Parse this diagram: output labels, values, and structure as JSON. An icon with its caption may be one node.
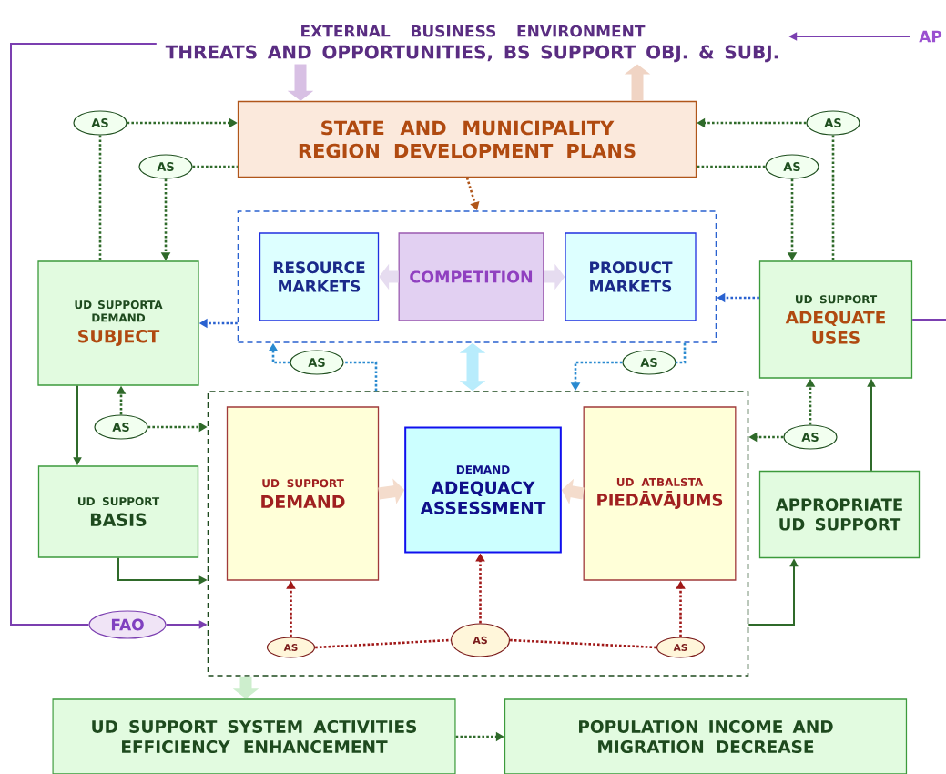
{
  "diagram": {
    "nodes": [
      {
        "text": [
          "EXTERNAL BUSINESS ENVIRONMENT",
          "THREATS AND OPPORTUNITIES, BS SUPPORT  OBJ. & SUBJ."
        ]
      },
      {
        "text": [
          "AP"
        ]
      },
      {
        "text": [
          "STATE AND MUNICIPALITY REGION DEVELOPMENT PLANS"
        ]
      },
      {
        "text": [],
        "shape": "box"
      },
      {
        "text": [
          "RESOURCE MARKETS"
        ],
        "in": 3
      },
      {
        "text": [
          "COMPETITION"
        ],
        "in": 3
      },
      {
        "text": [
          "PRODUCT MARKETS"
        ],
        "in": 3
      },
      {
        "text": [
          "UD SUPPORTA DEMAND",
          "SUBJECT"
        ]
      },
      {
        "text": [
          "UD SUPPORT",
          "ADEQUATE USES"
        ]
      },
      {
        "text": [
          "AS"
        ]
      },
      {
        "text": [
          "AS"
        ]
      },
      {
        "text": [
          "AS"
        ]
      },
      {
        "text": [
          "AS"
        ]
      },
      {
        "text": [
          "AS"
        ]
      },
      {
        "text": [
          "AS"
        ]
      },
      {
        "text": [],
        "shape": "box"
      },
      {
        "text": [
          "UD SUPPORT",
          "DEMAND"
        ],
        "in": 15
      },
      {
        "text": [
          "DEMAND",
          "ADEQUACY ASSESSMENT"
        ],
        "in": 15
      },
      {
        "text": [
          "UD ATBALSTA",
          "PIEDĀVĀJUMS"
        ],
        "in": 15
      },
      {
        "text": [
          "AS"
        ],
        "in": 15
      },
      {
        "text": [
          "AS"
        ],
        "in": 15
      },
      {
        "text": [
          "AS"
        ],
        "in": 15
      },
      {
        "text": [
          "AS"
        ]
      },
      {
        "text": [
          "AS"
        ]
      },
      {
        "text": [
          "UD SUPPORT",
          "BASIS"
        ]
      },
      {
        "text": [
          "APPROPRIATE UD SUPPORT"
        ]
      },
      {
        "text": [
          "FAO"
        ]
      },
      {
        "text": [
          "UD SUPPORT SYSTEM ACTIVITIES EFFICIENCY ENHANCEMENT"
        ]
      },
      {
        "text": [
          "POPULATION INCOME AND MIGRATION DECREASE"
        ]
      }
    ],
    "edges": [
      {
        "from": 1,
        "to": 0,
        "arrow": "to",
        "color": "#7b3fb0"
      },
      {
        "from": 0,
        "to": 26,
        "arrow": "none",
        "color": "#7b3fb0"
      },
      {
        "from": 26,
        "to": 15,
        "arrow": "to",
        "color": "#7b3fb0"
      },
      {
        "from": 8,
        "to": null,
        "arrow": "none",
        "color": "#7b3fb0"
      },
      {
        "from": 0,
        "to": 2,
        "arrow": "to",
        "style": "thick",
        "color": "#d8c0e4"
      },
      {
        "from": 2,
        "to": 0,
        "arrow": "to",
        "style": "thick",
        "color": "#f0d4c4"
      },
      {
        "from": 9,
        "to": 2,
        "arrow": "to",
        "style": "dashed"
      },
      {
        "from": 9,
        "to": 7,
        "arrow": "none",
        "style": "dashed"
      },
      {
        "from": 10,
        "to": 2,
        "arrow": "none",
        "style": "dashed"
      },
      {
        "from": 10,
        "to": 7,
        "arrow": "to",
        "style": "dashed"
      },
      {
        "from": 11,
        "to": 2,
        "arrow": "to",
        "style": "dashed"
      },
      {
        "from": 11,
        "to": 8,
        "arrow": "none",
        "style": "dashed"
      },
      {
        "from": 12,
        "to": 2,
        "arrow": "none",
        "style": "dashed"
      },
      {
        "from": 12,
        "to": 8,
        "arrow": "to",
        "style": "dashed"
      },
      {
        "from": 2,
        "to": 3,
        "arrow": "to",
        "style": "dashed",
        "color": "#b0561a"
      },
      {
        "from": 3,
        "to": 7,
        "arrow": "to",
        "style": "dashed",
        "color": "#2a62d0"
      },
      {
        "from": 8,
        "to": 3,
        "arrow": "to",
        "style": "dashed",
        "color": "#2a62d0"
      },
      {
        "from": 15,
        "to": 13,
        "arrow": "none",
        "style": "dashed",
        "color": "#2a8ad0"
      },
      {
        "from": 13,
        "to": 3,
        "arrow": "to",
        "style": "dashed",
        "color": "#2a8ad0"
      },
      {
        "from": 3,
        "to": 14,
        "arrow": "none",
        "style": "dashed",
        "color": "#2a8ad0"
      },
      {
        "from": 14,
        "to": 15,
        "arrow": "to",
        "style": "dashed",
        "color": "#2a8ad0"
      },
      {
        "from": 3,
        "to": 15,
        "arrow": "both",
        "style": "thick",
        "color": "#b8ecfc"
      },
      {
        "from": 5,
        "to": 4,
        "arrow": "to",
        "style": "thick",
        "color": "#e6dcf0"
      },
      {
        "from": 5,
        "to": 6,
        "arrow": "to",
        "style": "thick",
        "color": "#e6dcf0"
      },
      {
        "from": 16,
        "to": 17,
        "arrow": "to",
        "style": "thick",
        "color": "#f4dccc"
      },
      {
        "from": 18,
        "to": 17,
        "arrow": "to",
        "style": "thick",
        "color": "#f4dccc"
      },
      {
        "from": 7,
        "to": 24,
        "arrow": "to"
      },
      {
        "from": 22,
        "to": 7,
        "arrow": "to",
        "style": "dashed"
      },
      {
        "from": 22,
        "to": 15,
        "arrow": "to",
        "style": "dashed"
      },
      {
        "from": 24,
        "to": 15,
        "arrow": "to"
      },
      {
        "from": 23,
        "to": 8,
        "arrow": "to",
        "style": "dashed"
      },
      {
        "from": 23,
        "to": 15,
        "arrow": "to",
        "style": "dashed"
      },
      {
        "from": 25,
        "to": 8,
        "arrow": "to"
      },
      {
        "from": 15,
        "to": 25,
        "arrow": "to"
      },
      {
        "from": 19,
        "to": 16,
        "arrow": "to",
        "style": "dashed",
        "color": "#a01818"
      },
      {
        "from": 20,
        "to": 17,
        "arrow": "to",
        "style": "dashed",
        "color": "#a01818"
      },
      {
        "from": 21,
        "to": 18,
        "arrow": "to",
        "style": "dashed",
        "color": "#a01818"
      },
      {
        "from": 19,
        "to": 20,
        "arrow": "none",
        "style": "dashed",
        "color": "#a01818"
      },
      {
        "from": 20,
        "to": 21,
        "arrow": "none",
        "style": "dashed",
        "color": "#a01818"
      },
      {
        "from": 15,
        "to": 27,
        "arrow": "to",
        "style": "thick",
        "color": "#cdeecd"
      },
      {
        "from": 27,
        "to": 28,
        "arrow": "to",
        "style": "dashed"
      }
    ]
  }
}
